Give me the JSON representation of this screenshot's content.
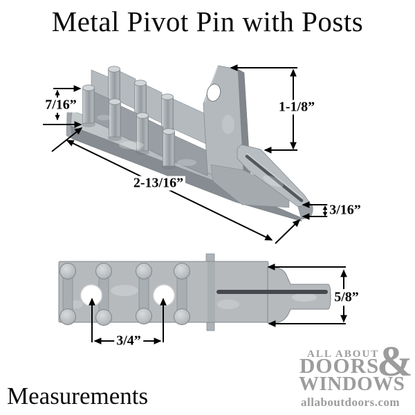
{
  "title": "Metal Pivot Pin with Posts",
  "caption": "Measurements",
  "dims": {
    "post_height": "7/16”",
    "bracket_height": "1-1/8”",
    "overall_length": "2-13/16”",
    "tip_thickness": "3/16”",
    "hole_spacing": "3/4”",
    "tongue_width": "5/8”"
  },
  "logo": {
    "line1": "ALL ABOUT",
    "amp": "&",
    "line2": "DOORS",
    "line3": "WINDOWS",
    "url": "allaboutdoors.com"
  },
  "colors": {
    "background": "#ffffff",
    "dimension_line": "#000000",
    "logo_gray": "#9c9c9c",
    "metal_light": "#c3c8cc",
    "metal_mid": "#aab0b4",
    "metal_dark": "#868c91",
    "slot_dark": "#45494d"
  }
}
